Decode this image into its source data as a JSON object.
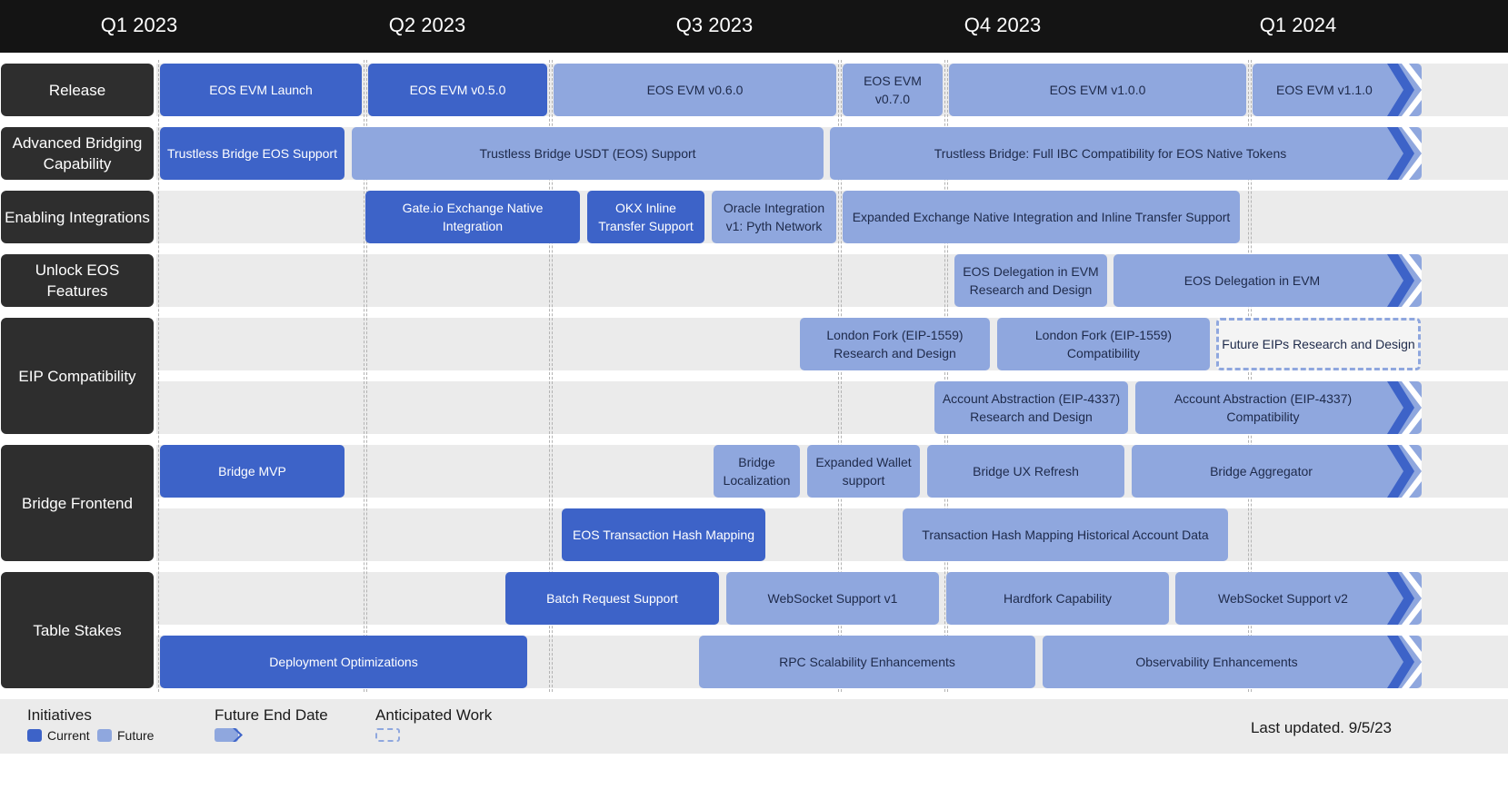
{
  "quarters": [
    "Q1 2023",
    "Q2 2023",
    "Q3 2023",
    "Q4 2023",
    "Q1 2024"
  ],
  "rows": {
    "release": "Release",
    "advanced_bridging": "Advanced Bridging Capability",
    "enabling_integrations": "Enabling Integrations",
    "unlock_eos": "Unlock EOS Features",
    "eip": "EIP Compatibility",
    "bridge_frontend": "Bridge Frontend",
    "table_stakes": "Table Stakes"
  },
  "items": {
    "eos_evm_launch": "EOS EVM Launch",
    "eos_evm_050": "EOS EVM v0.5.0",
    "eos_evm_060": "EOS EVM v0.6.0",
    "eos_evm_070": "EOS EVM v0.7.0",
    "eos_evm_100": "EOS EVM v1.0.0",
    "eos_evm_110": "EOS EVM v1.1.0",
    "trustless_eos": "Trustless Bridge EOS Support",
    "trustless_usdt": "Trustless Bridge USDT (EOS) Support",
    "trustless_ibc": "Trustless Bridge: Full IBC Compatibility for EOS Native Tokens",
    "gateio": "Gate.io Exchange Native Integration",
    "okx": "OKX Inline Transfer Support",
    "oracle": "Oracle Integration v1: Pyth Network",
    "expanded_exchange": "Expanded Exchange Native Integration and Inline Transfer Support",
    "delegation_rd": "EOS Delegation in EVM Research and Design",
    "delegation": "EOS Delegation in EVM",
    "london_rd": "London Fork (EIP-1559) Research and Design",
    "london_compat": "London Fork (EIP-1559) Compatibility",
    "future_eips": "Future EIPs Research and Design",
    "aa_rd": "Account Abstraction (EIP-4337) Research and Design",
    "aa_compat": "Account Abstraction (EIP-4337) Compatibility",
    "bridge_mvp": "Bridge MVP",
    "bridge_localization": "Bridge Localization",
    "expanded_wallet": "Expanded Wallet support",
    "bridge_ux": "Bridge UX Refresh",
    "bridge_aggregator": "Bridge Aggregator",
    "eos_tx_hash": "EOS Transaction Hash Mapping",
    "tx_hash_historical": "Transaction Hash Mapping Historical Account Data",
    "batch_request": "Batch Request Support",
    "websocket_v1": "WebSocket Support v1",
    "hardfork": "Hardfork Capability",
    "websocket_v2": "WebSocket Support v2",
    "deployment_opt": "Deployment Optimizations",
    "rpc_scalability": "RPC Scalability Enhancements",
    "observability": "Observability Enhancements"
  },
  "legend": {
    "initiatives": "Initiatives",
    "current": "Current",
    "future": "Future",
    "future_end_date": "Future End Date",
    "anticipated_work": "Anticipated Work",
    "last_updated": "Last updated. 9/5/23"
  },
  "colors": {
    "current": "#3d63c8",
    "future": "#8fa7de",
    "header": "#141414",
    "row_label": "#2e2e2e",
    "band": "#ebebeb"
  }
}
